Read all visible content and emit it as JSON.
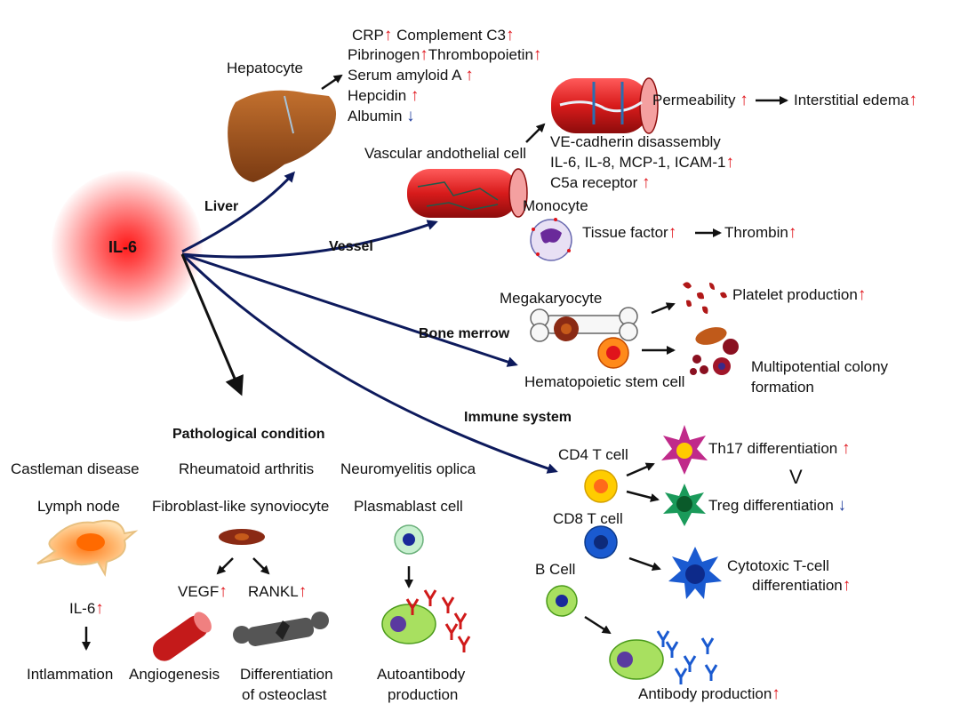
{
  "center": "IL-6",
  "branches": {
    "liver": "Liver",
    "vessel": "Vessel",
    "bone_marrow": "Bone merrow",
    "immune": "Immune system",
    "pathological": "Pathological condition"
  },
  "liver": {
    "hepatocyte": "Hepatocyte",
    "items": [
      {
        "text": "CRP",
        "trend": "up"
      },
      {
        "text": "Complement C3",
        "trend": "up"
      },
      {
        "text": "Pibrinogen",
        "trend": "up"
      },
      {
        "text": "Thrombopoietin",
        "trend": "up"
      },
      {
        "text": "Serum amyloid A",
        "trend": "up"
      },
      {
        "text": "Hepcidin",
        "trend": "up"
      },
      {
        "text": "Albumin",
        "trend": "down"
      }
    ]
  },
  "vessel": {
    "endothelial": "Vascular andothelial cell",
    "permeability": "Permeability",
    "edema": "Interstitial edema",
    "vecadherin": "VE-cadherin disassembly",
    "cytokines": "IL-6, IL-8, MCP-1, ICAM-1",
    "c5a": "C5a receptor",
    "monocyte": "Monocyte",
    "tissue_factor": "Tissue factor",
    "thrombin": "Thrombin"
  },
  "bone": {
    "megakaryocyte": "Megakaryocyte",
    "platelet": "Platelet production",
    "hsc": "Hematopoietic stem cell",
    "colony_1": "Multipotential colony",
    "colony_2": "formation"
  },
  "immune": {
    "cd4": "CD4 T cell",
    "th17": "Th17 differentiation",
    "treg": "Treg differentiation",
    "vs": "V",
    "cd8": "CD8 T cell",
    "ctl_1": "Cytotoxic T-cell",
    "ctl_2": "differentiation",
    "bcell": "B Cell",
    "antibody": "Antibody production"
  },
  "patho": {
    "castleman": "Castleman disease",
    "ra": "Rheumatoid arthritis",
    "nmo": "Neuromyelitis oplica",
    "lymph": "Lymph node",
    "fls": "Fibroblast-like synoviocyte",
    "plasmablast": "Plasmablast cell",
    "il6": "IL-6",
    "vegf": "VEGF",
    "rankl": "RANKL",
    "inflammation": "Intlammation",
    "angiogenesis": "Angiogenesis",
    "osteo_1": "Differentiation",
    "osteo_2": "of osteoclast",
    "auto_1": "Autoantibody",
    "auto_2": "production"
  },
  "symbols": {
    "up": "↑",
    "down": "↓"
  },
  "colors": {
    "navy_arrow": "#0d1a5c",
    "up_arrow": "#e0141b",
    "down_arrow": "#1f3b9c",
    "glow": "#ff1a1a"
  }
}
